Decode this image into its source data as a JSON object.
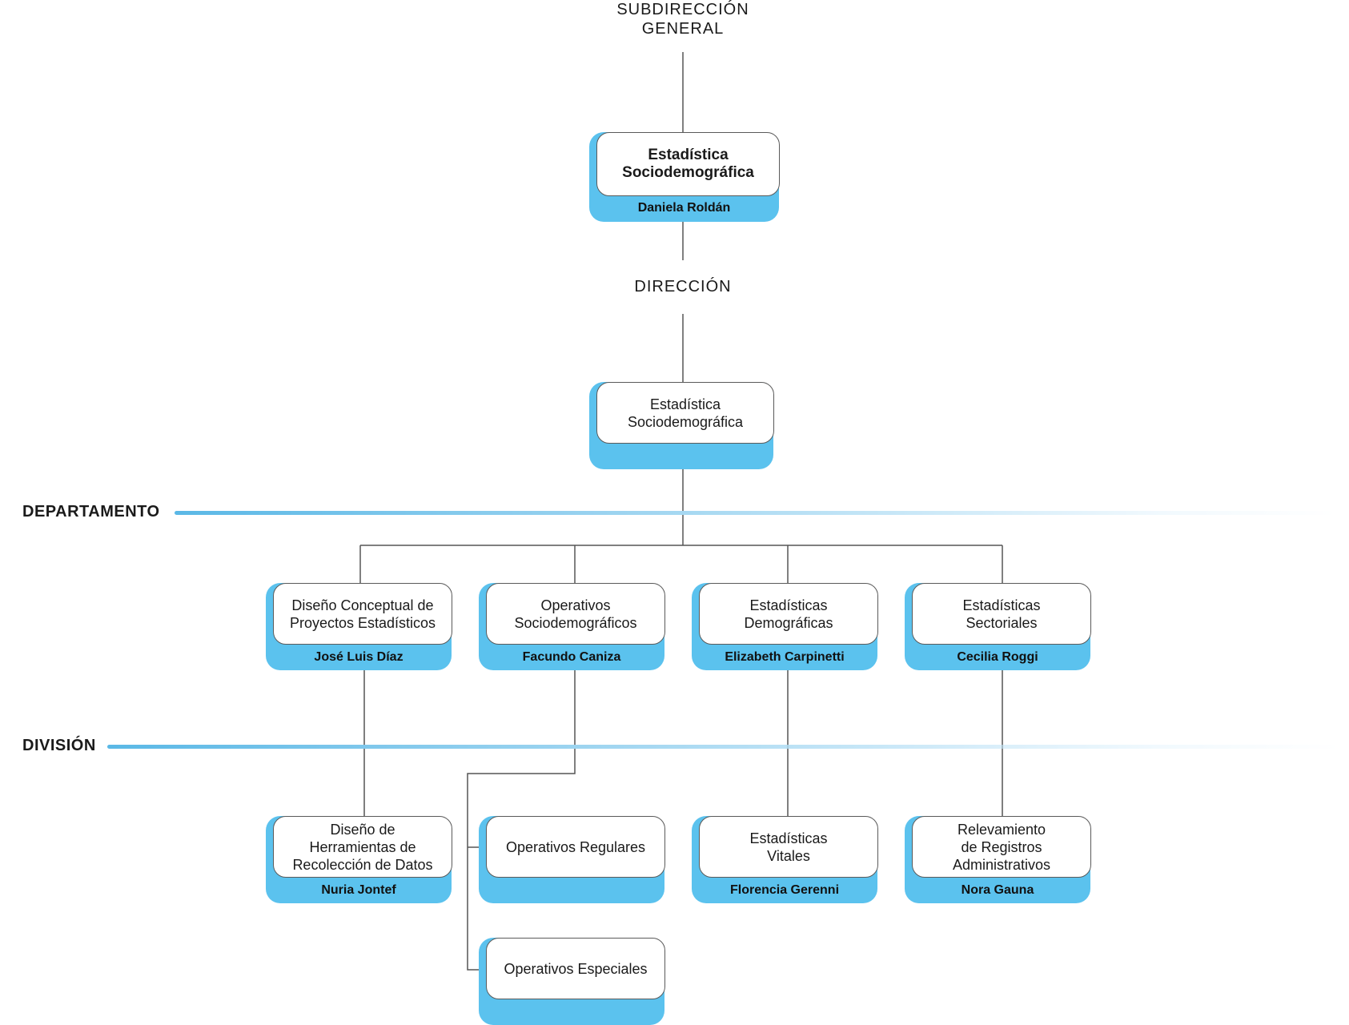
{
  "levels": {
    "subdireccion": [
      "SUBDIRECCIÓN",
      "GENERAL"
    ],
    "direccion": "DIRECCIÓN",
    "departamento": "DEPARTAMENTO",
    "division": "DIVISIÓN"
  },
  "nodes": {
    "subdireccion": {
      "title": [
        "Estadística",
        "Sociodemográfica"
      ],
      "person": "Daniela Roldán"
    },
    "direccion": {
      "title": [
        "Estadística",
        "Sociodemográfica"
      ],
      "person": ""
    },
    "dept_diseno": {
      "title": [
        "Diseño Conceptual de",
        "Proyectos Estadísticos"
      ],
      "person": "José Luis Díaz"
    },
    "dept_operativos": {
      "title": [
        "Operativos",
        "Sociodemográficos"
      ],
      "person": "Facundo Caniza"
    },
    "dept_demograficas": {
      "title": [
        "Estadísticas",
        "Demográficas"
      ],
      "person": "Elizabeth Carpinetti"
    },
    "dept_sectoriales": {
      "title": [
        "Estadísticas",
        "Sectoriales"
      ],
      "person": "Cecilia Roggi"
    },
    "div_herramientas": {
      "title": [
        "Diseño de",
        "Herramientas de",
        "Recolección de Datos"
      ],
      "person": "Nuria Jontef"
    },
    "div_regulares": {
      "title": [
        "Operativos Regulares"
      ],
      "person": ""
    },
    "div_especiales": {
      "title": [
        "Operativos Especiales"
      ],
      "person": ""
    },
    "div_vitales": {
      "title": [
        "Estadísticas",
        "Vitales"
      ],
      "person": "Florencia Gerenni"
    },
    "div_registros": {
      "title": [
        "Relevamiento",
        "de Registros",
        "Administrativos"
      ],
      "person": "Nora Gauna"
    }
  },
  "colors": {
    "accent": "#5bc2ee",
    "line": "#555555",
    "border": "#5a5a5a"
  }
}
